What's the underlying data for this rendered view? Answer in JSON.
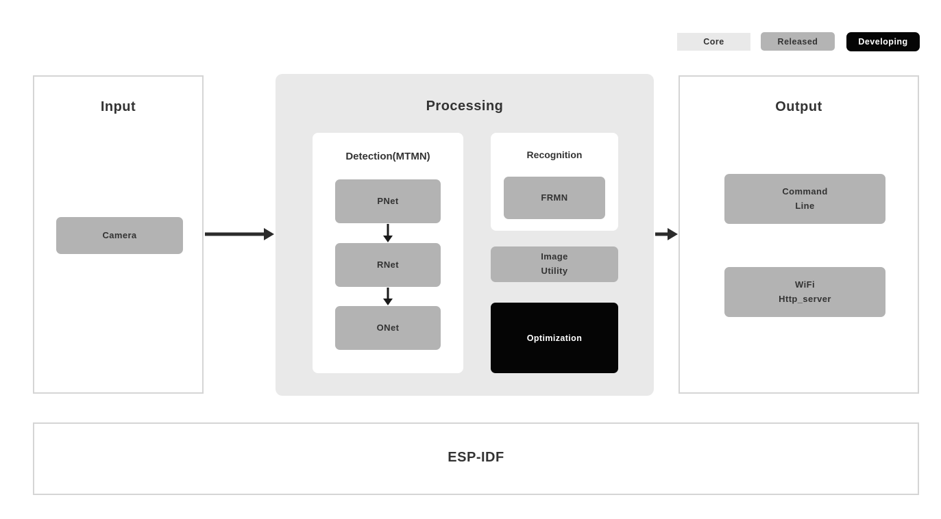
{
  "legend": {
    "core": {
      "label": "Core",
      "bg": "#e9e9e9"
    },
    "released": {
      "label": "Released",
      "bg": "#b4b4b4"
    },
    "developing": {
      "label": "Developing",
      "bg": "#050505"
    }
  },
  "input": {
    "title": "Input",
    "camera_label": "Camera"
  },
  "processing": {
    "title": "Processing",
    "detection": {
      "title": "Detection(MTMN)",
      "nodes": [
        "PNet",
        "RNet",
        "ONet"
      ]
    },
    "recognition": {
      "title": "Recognition",
      "node": "FRMN"
    },
    "image_utility_label": "Image\nUtility",
    "optimization_label": "Optimization"
  },
  "output": {
    "title": "Output",
    "command_line_label": "Command\nLine",
    "wifi_label": "WiFi\nHttp_server"
  },
  "foundation": {
    "title": "ESP-IDF"
  },
  "colors": {
    "processing_bg": "#e9e9e9",
    "node_gray": "#b3b3b3",
    "node_black": "#050505",
    "panel_border": "#d5d5d5",
    "arrow": "#2b2b2b",
    "text": "#333333"
  }
}
